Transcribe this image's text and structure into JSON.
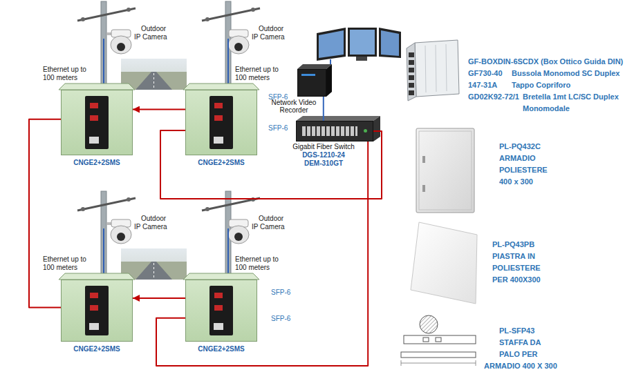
{
  "diagram": {
    "nodes": [
      {
        "text": [
          "CNGE2+2SMS"
        ]
      },
      {
        "text": [
          "CNGE2+2SMS"
        ]
      },
      {
        "text": [
          "Network Video Recorder"
        ]
      },
      {
        "text": [
          "Gigabit Fiber Switch",
          "DGS-1210-24",
          "DEM-310GT"
        ]
      },
      {
        "text": [
          "CNGE2+2SMS"
        ]
      },
      {
        "text": [
          "CNGE2+2SMS"
        ]
      }
    ],
    "edges": [
      {
        "from": 2,
        "to": 3,
        "arrow": "none"
      },
      {
        "from": 3,
        "to": 1,
        "arrow": "none"
      },
      {
        "from": 3,
        "to": 5,
        "arrow": "none"
      },
      {
        "from": 1,
        "to": 0,
        "arrow": "to"
      },
      {
        "from": 5,
        "to": 4,
        "arrow": "to"
      },
      {
        "from": 0,
        "to": 4,
        "arrow": "none"
      }
    ],
    "labels": [
      "Outdoor IP Camera",
      "Ethernet up to 100 meters",
      "Outdoor IP Camera",
      "Ethernet up to 100 meters",
      "SFP-6",
      "SFP-6",
      "GF-BOXDIN-6SCDX (Box Ottico Guida DIN)",
      "GF730-40",
      "Bussola Monomod SC Duplex",
      "147-31A",
      "Tappo Copriforo",
      "GD02K92-72/1",
      "Bretella 1mt LC/SC Duplex Monomodale",
      "PL-PQ432C ARMADIO POLIESTERE 400 x 300",
      "PL-PQ43PB PIASTRA IN POLIESTERE PER 400X300",
      "PL-SFP43 STAFFA DA PALO PER",
      "ARMADIO 400 X 300",
      "Outdoor IP Camera",
      "Ethernet up to 100 meters",
      "Outdoor IP Camera",
      "Ethernet up to 100 meters",
      "SFP-6",
      "SFP-6"
    ]
  }
}
